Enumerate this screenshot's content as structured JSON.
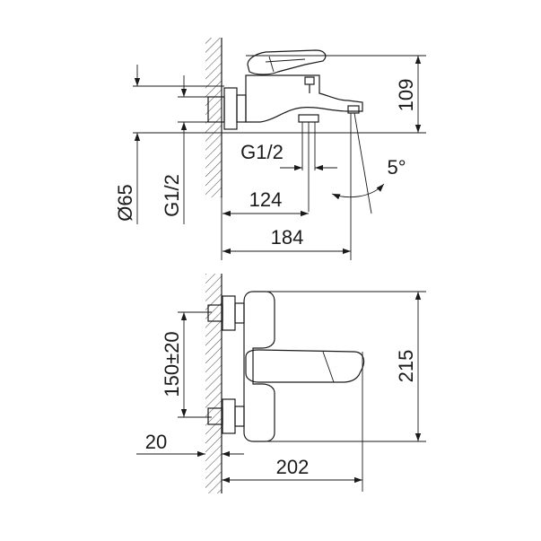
{
  "top_view": {
    "dim_height": "109",
    "dim_diameter": "Ø65",
    "dim_thread_side": "G1/2",
    "dim_thread_outlet": "G1/2",
    "dim_angle": "5°",
    "dim_outlet_depth": "124",
    "dim_total_depth": "184"
  },
  "front_view": {
    "dim_spacing": "150±20",
    "dim_wall_offset": "20",
    "dim_projection": "202",
    "dim_height": "215"
  }
}
